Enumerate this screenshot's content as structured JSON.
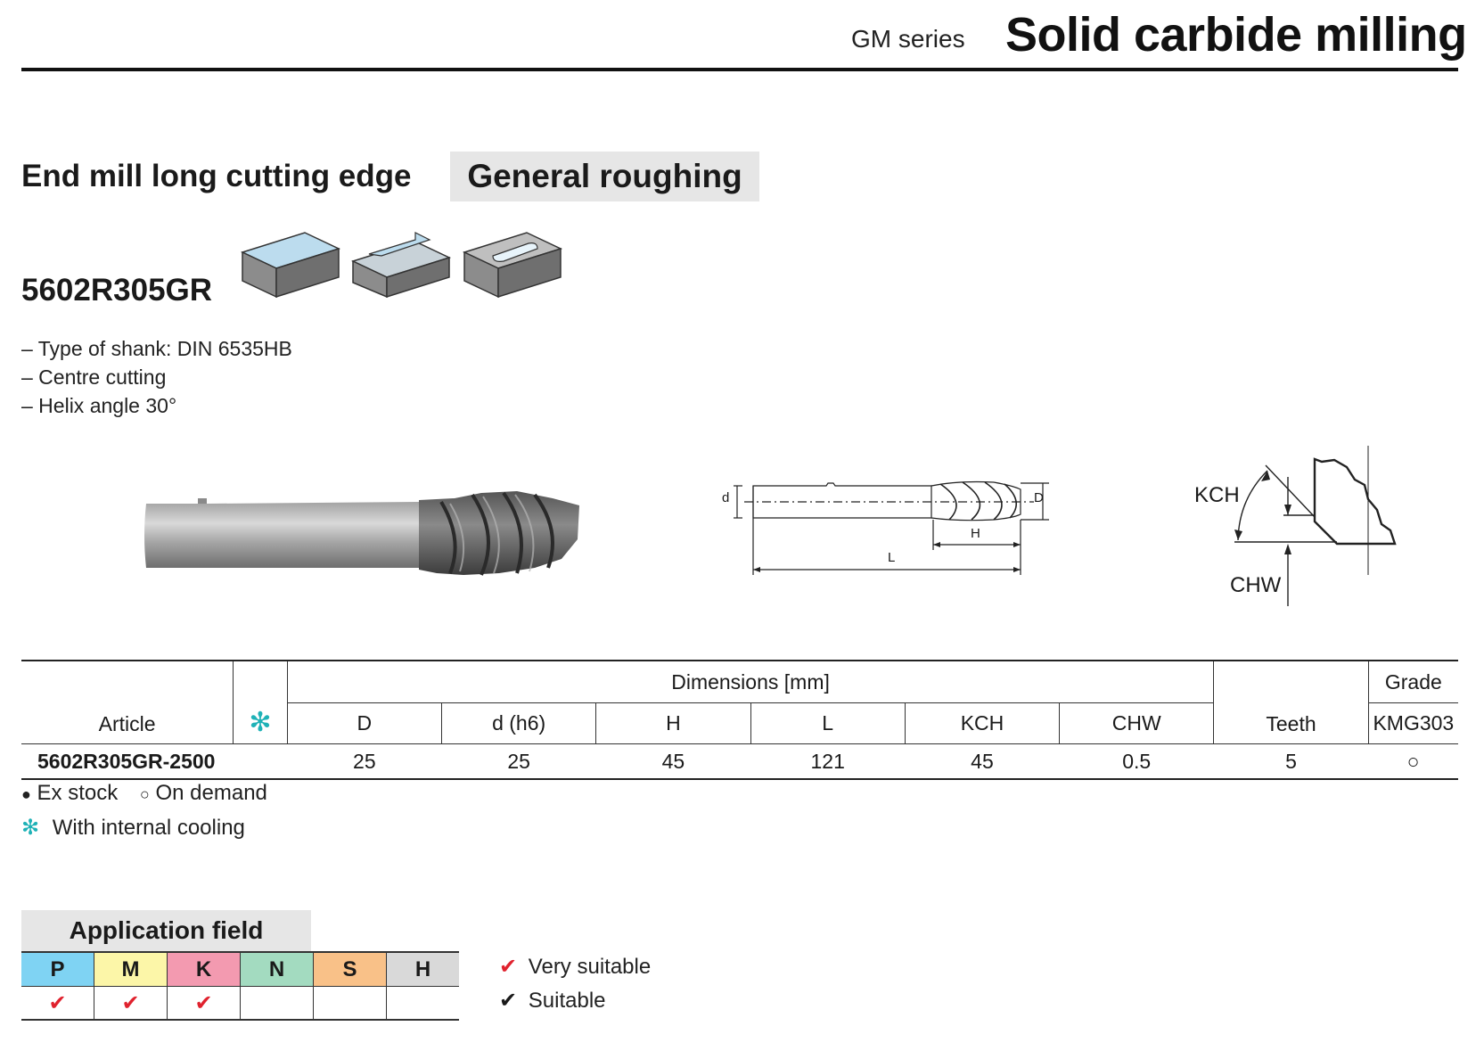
{
  "header": {
    "series": "GM series",
    "title": "Solid carbide milling"
  },
  "product": {
    "subtitle": "End mill long cutting edge",
    "category": "General roughing",
    "article_code": "5602R305GR",
    "operation_icons": [
      "face-milling-icon",
      "shoulder-milling-icon",
      "slot-milling-icon"
    ],
    "features": [
      "– Type of shank: DIN 6535HB",
      "– Centre cutting",
      "– Helix angle 30°"
    ]
  },
  "drawing": {
    "labels": {
      "d": "d",
      "D": "D",
      "H": "H",
      "L": "L",
      "KCH": "KCH",
      "CHW": "CHW"
    }
  },
  "table": {
    "headers": {
      "article": "Article",
      "cooling_symbol": "✻",
      "dimensions": "Dimensions [mm]",
      "teeth": "Teeth",
      "grade": "Grade",
      "columns": [
        "D",
        "d (h6)",
        "H",
        "L",
        "KCH",
        "CHW"
      ],
      "grade_name": "KMG303"
    },
    "rows": [
      {
        "article": "5602R305GR-2500",
        "D": "25",
        "d": "25",
        "H": "45",
        "L": "121",
        "KCH": "45",
        "CHW": "0.5",
        "teeth": "5",
        "grade": "○"
      }
    ]
  },
  "legend": {
    "ex_stock_symbol": "●",
    "ex_stock": "Ex stock",
    "on_demand_symbol": "○",
    "on_demand": "On demand",
    "cooling_symbol": "✻",
    "cooling": "With internal cooling"
  },
  "application": {
    "title": "Application field",
    "groups": [
      {
        "code": "P",
        "color": "#7fd3f3",
        "mark": "✔"
      },
      {
        "code": "M",
        "color": "#fcf6a8",
        "mark": "✔"
      },
      {
        "code": "K",
        "color": "#f39ab0",
        "mark": "✔"
      },
      {
        "code": "N",
        "color": "#a3dbc0",
        "mark": ""
      },
      {
        "code": "S",
        "color": "#f9c188",
        "mark": ""
      },
      {
        "code": "H",
        "color": "#d9d9d9",
        "mark": ""
      }
    ],
    "legend": [
      {
        "mark": "✔",
        "label": "Very suitable",
        "color": "#e0222e"
      },
      {
        "mark": "✔",
        "label": "Suitable",
        "color": "#1a1a1a"
      }
    ]
  },
  "colors": {
    "cooling": "#1fb2b7",
    "very_suitable": "#e0222e",
    "badge_bg": "#e6e6e6"
  }
}
